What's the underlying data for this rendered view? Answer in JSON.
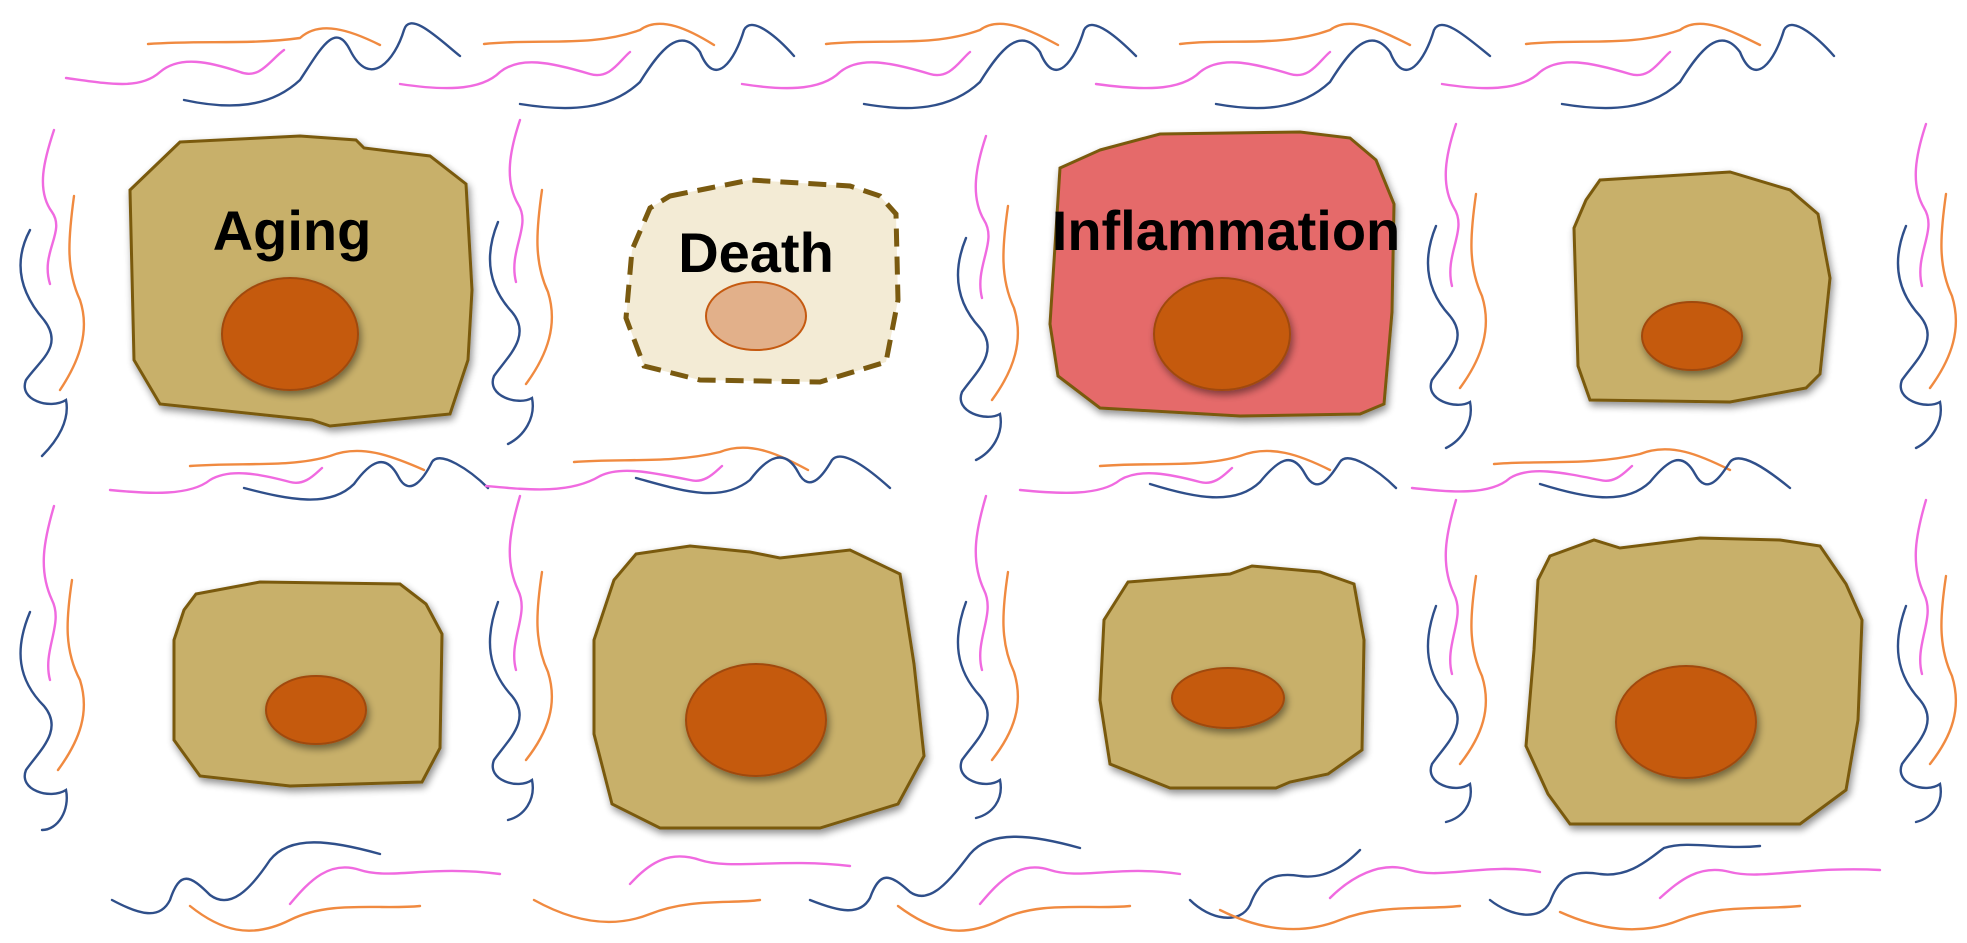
{
  "colors": {
    "background": "#ffffff",
    "healthy_cell_fill": "#c8b06b",
    "healthy_cell_stroke": "#7a5a10",
    "nucleus_fill": "#c55a11",
    "nucleus_stroke": "#a04a0c",
    "dead_cell_fill": "#f3ebd5",
    "dead_cell_stroke": "#7a5a10",
    "dead_nucleus_fill": "#e2b08a",
    "dead_nucleus_stroke": "#c55a11",
    "inflamed_cell_fill": "#e56a6a",
    "fiber_blue": "#2f4f8a",
    "fiber_magenta": "#f06ae0",
    "fiber_orange": "#f08a40"
  },
  "labels": {
    "aging": "Aging",
    "death": "Death",
    "inflammation": "Inflammation"
  },
  "cells": [
    {
      "id": "aging",
      "state": "aging",
      "label_key": "aging"
    },
    {
      "id": "death",
      "state": "dead",
      "label_key": "death"
    },
    {
      "id": "inflammation",
      "state": "inflamed",
      "label_key": "inflammation"
    },
    {
      "id": "top-right",
      "state": "healthy"
    },
    {
      "id": "bottom-1",
      "state": "healthy"
    },
    {
      "id": "bottom-2",
      "state": "healthy"
    },
    {
      "id": "bottom-3",
      "state": "healthy"
    },
    {
      "id": "bottom-4",
      "state": "healthy"
    }
  ],
  "fibers": {
    "types": [
      "blue",
      "magenta",
      "orange"
    ]
  }
}
